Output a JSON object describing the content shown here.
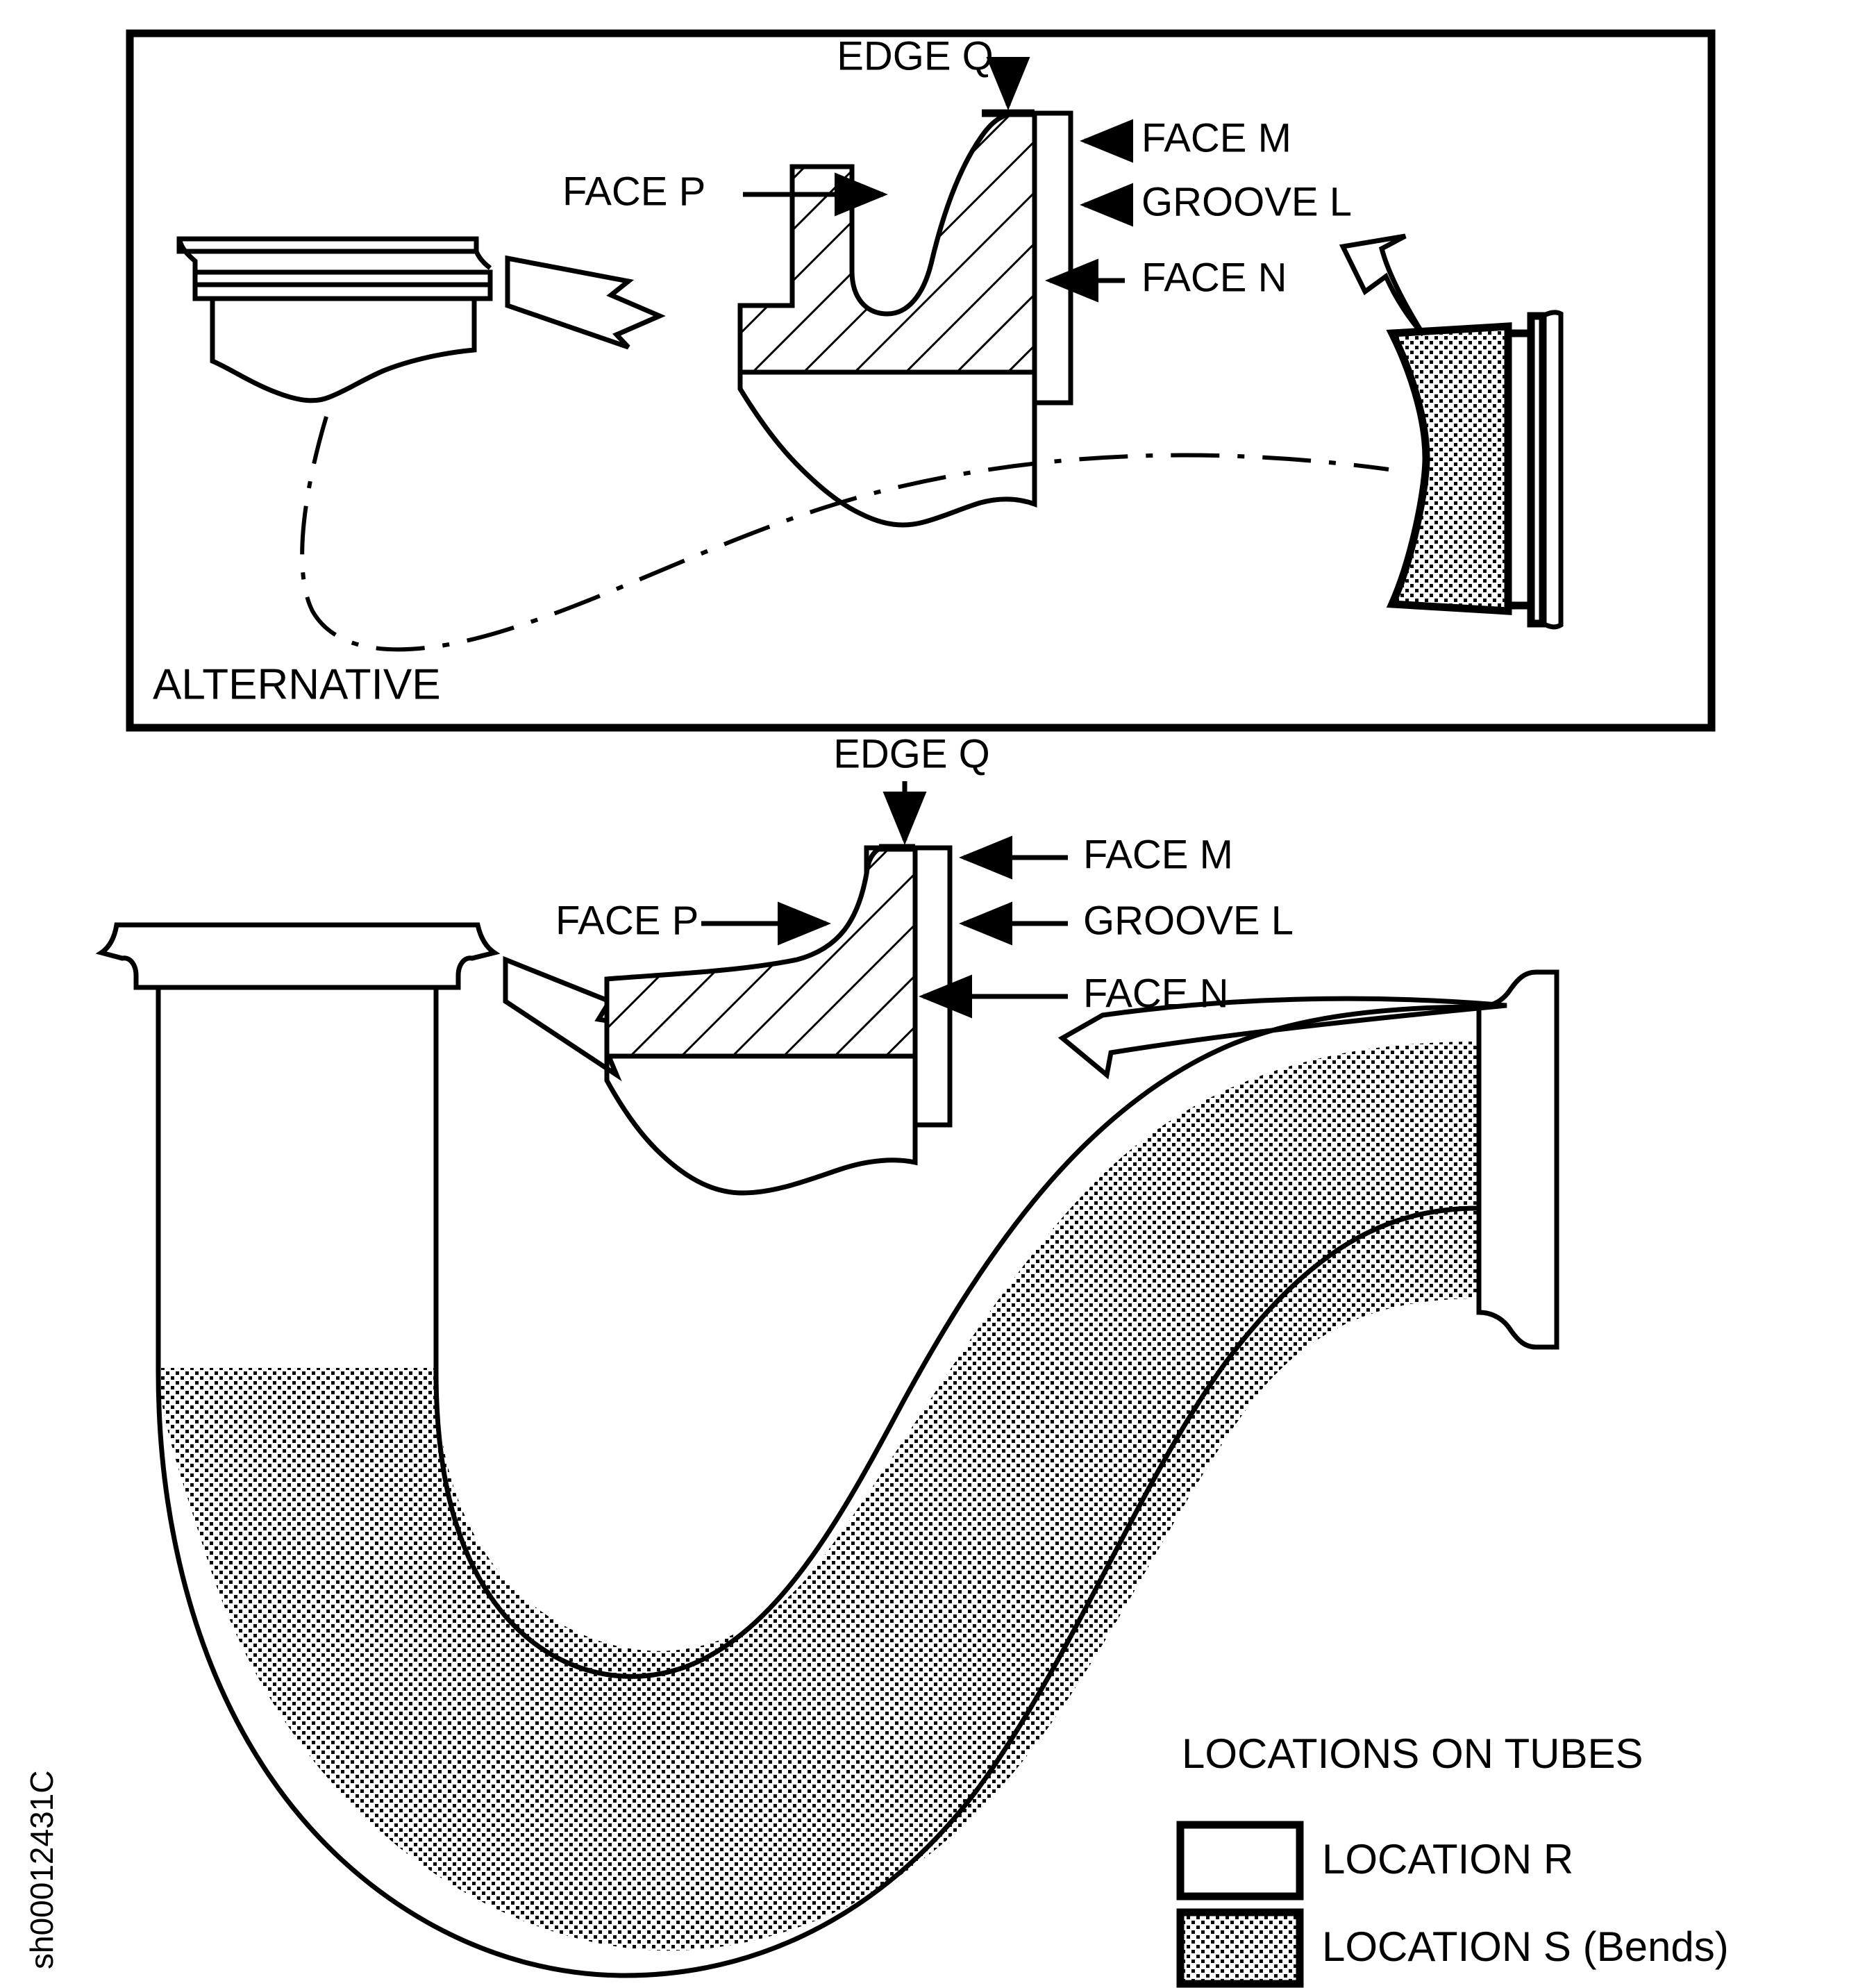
{
  "figure": {
    "sheet_id": "sh00012431C",
    "alternative_box_label": "ALTERNATIVE"
  },
  "alternative_view": {
    "labels": {
      "edge_q": "EDGE Q",
      "face_m": "FACE M",
      "groove_l": "GROOVE L",
      "face_n": "FACE N",
      "face_p": "FACE P"
    }
  },
  "main_view": {
    "labels": {
      "edge_q": "EDGE Q",
      "face_m": "FACE M",
      "groove_l": "GROOVE L",
      "face_n": "FACE N",
      "face_p": "FACE P"
    }
  },
  "legend": {
    "title": "LOCATIONS ON TUBES",
    "items": [
      {
        "swatch": "plain",
        "label": "LOCATION R"
      },
      {
        "swatch": "stippled",
        "label": "LOCATION S (Bends)"
      }
    ]
  },
  "colors": {
    "line": "#000000",
    "background": "#ffffff"
  }
}
